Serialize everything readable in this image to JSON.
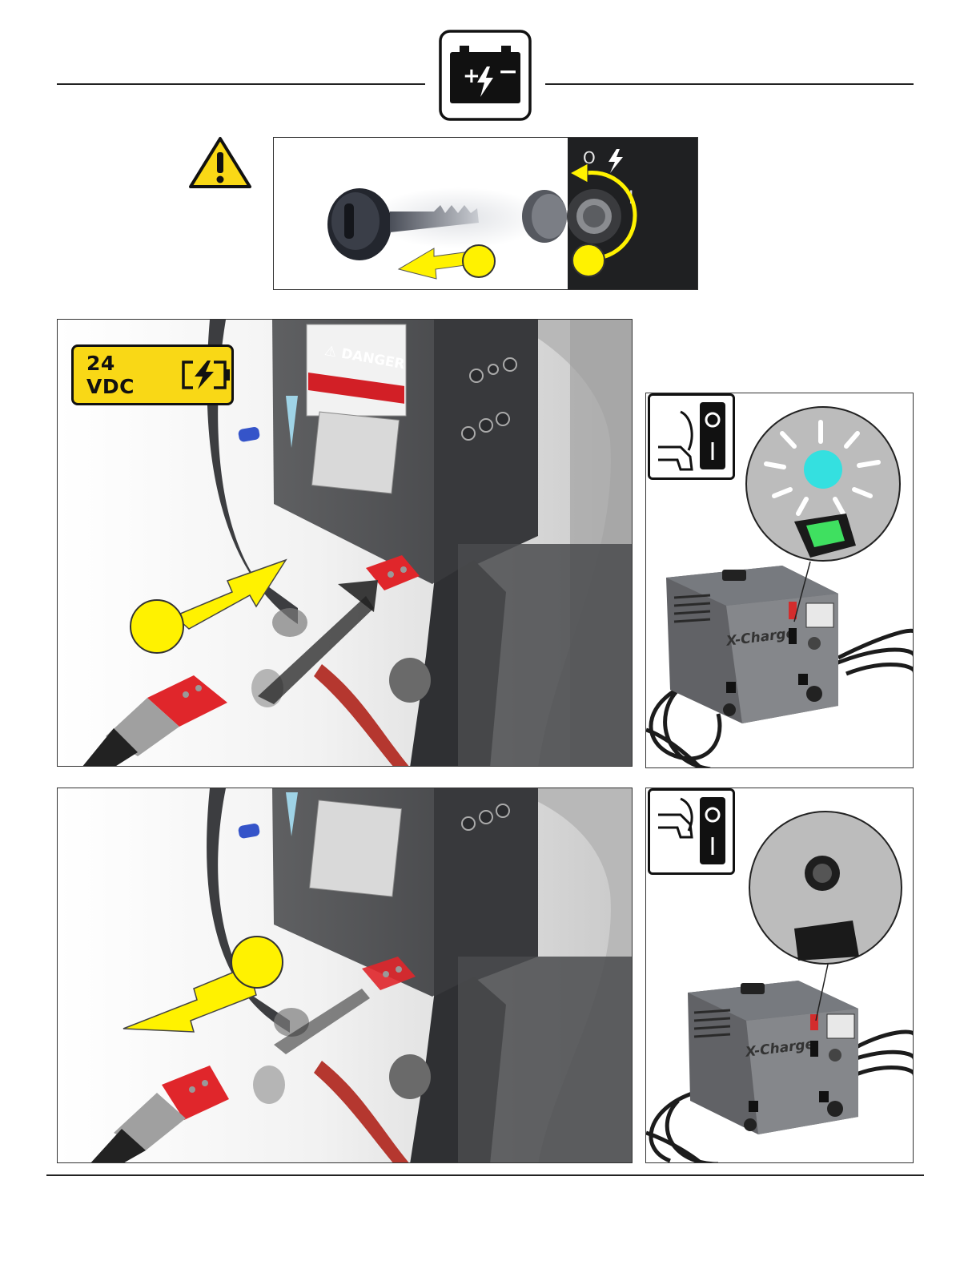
{
  "header": {
    "icon": "battery-charge-icon",
    "battery_plus": "+",
    "battery_minus": "−"
  },
  "warning": {
    "icon": "warning-triangle-icon"
  },
  "key_panel": {
    "switch_off_label": "O",
    "switch_on_label": "I",
    "lightning_icon": "lightning-icon"
  },
  "voltage_badge": {
    "label": "24 VDC",
    "icon": "battery-charge-icon"
  },
  "machine_panel_top": {
    "danger_label": "⚠ DANGER"
  },
  "charger_top": {
    "brand": "X-Charge",
    "switch_off_label": "O",
    "switch_on_label": "I",
    "indicator_color": "#34e0e0"
  },
  "charger_bottom": {
    "brand": "X-Charge",
    "switch_off_label": "O",
    "switch_on_label": "I"
  },
  "colors": {
    "accent_yellow": "#fff200",
    "badge_yellow": "#f9d816",
    "connector_red": "#e0262b",
    "indicator_cyan": "#34e0e0",
    "indicator_green": "#3fe060"
  }
}
